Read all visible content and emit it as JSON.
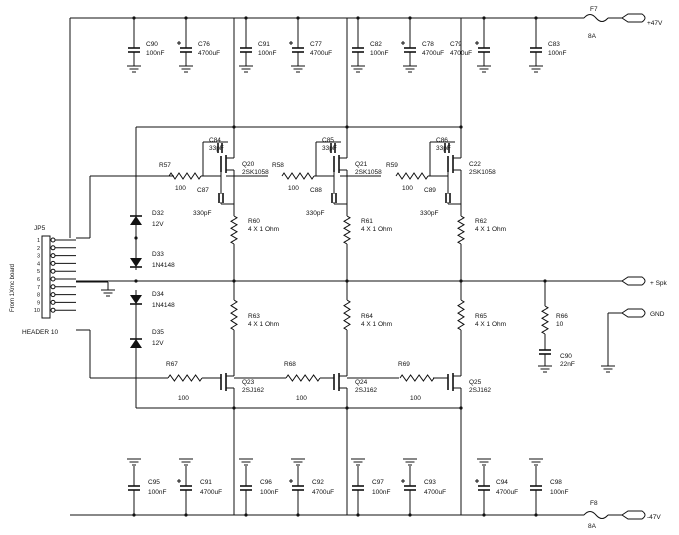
{
  "rails": {
    "top": {
      "fuse": "F7",
      "rating": "8A",
      "label": "+47V"
    },
    "bottom": {
      "fuse": "F8",
      "rating": "8A",
      "label": "-47V"
    }
  },
  "output": {
    "speaker": "+ Spk",
    "ground": "GND"
  },
  "header": {
    "ref": "JP5",
    "name": "HEADER 10",
    "note": "From 1Xmc board",
    "pins": [
      "1",
      "2",
      "3",
      "4",
      "5",
      "6",
      "7",
      "8",
      "9",
      "10"
    ]
  },
  "decoupling_top": [
    {
      "ref": "C90",
      "value": "100nF"
    },
    {
      "ref": "C76",
      "value": "4700uF"
    },
    {
      "ref": "C91",
      "value": "100nF"
    },
    {
      "ref": "C77",
      "value": "4700uF"
    },
    {
      "ref": "C82",
      "value": "100nF"
    },
    {
      "ref": "C78",
      "value": "4700uF"
    },
    {
      "ref": "C79",
      "value": "4700uF"
    },
    {
      "ref": "C83",
      "value": "100nF"
    }
  ],
  "decoupling_bottom": [
    {
      "ref": "C95",
      "value": "100nF"
    },
    {
      "ref": "C91",
      "value": "4700uF"
    },
    {
      "ref": "C96",
      "value": "100nF"
    },
    {
      "ref": "C92",
      "value": "4700uF"
    },
    {
      "ref": "C97",
      "value": "100nF"
    },
    {
      "ref": "C93",
      "value": "4700uF"
    },
    {
      "ref": "C94",
      "value": "4700uF"
    },
    {
      "ref": "C98",
      "value": "100nF"
    }
  ],
  "upper_stages": [
    {
      "q": "Q20",
      "part": "2SK1058",
      "rg": "R57",
      "rg_value": "100",
      "cgd": "C84",
      "cgd_value": "33pF",
      "cgs": "C87",
      "cgs_value": "330pF",
      "rs": "R60",
      "rs_value": "4 X 1 Ohm"
    },
    {
      "q": "Q21",
      "part": "2SK1058",
      "rg": "R58",
      "rg_value": "100",
      "cgd": "C85",
      "cgd_value": "33pF",
      "cgs": "C88",
      "cgs_value": "330pF",
      "rs": "R61",
      "rs_value": "4 X 1 Ohm"
    },
    {
      "q": "C22",
      "part": "2SK1058",
      "rg": "R59",
      "rg_value": "100",
      "cgd": "C86",
      "cgd_value": "33pF",
      "cgs": "C89",
      "cgs_value": "330pF",
      "rs": "R62",
      "rs_value": "4 X 1 Ohm"
    }
  ],
  "lower_stages": [
    {
      "q": "Q23",
      "part": "2SJ162",
      "rg": "R67",
      "rg_value": "100",
      "rs": "R63",
      "rs_value": "4 X 1 Ohm"
    },
    {
      "q": "Q24",
      "part": "2SJ162",
      "rg": "R68",
      "rg_value": "100",
      "rs": "R64",
      "rs_value": "4 X 1 Ohm"
    },
    {
      "q": "Q25",
      "part": "2SJ162",
      "rg": "R69",
      "rg_value": "100",
      "rs": "R65",
      "rs_value": "4 X 1 Ohm"
    }
  ],
  "diodes": [
    {
      "ref": "D32",
      "value": "12V"
    },
    {
      "ref": "D33",
      "value": "1N4148"
    },
    {
      "ref": "D34",
      "value": "1N4148"
    },
    {
      "ref": "D35",
      "value": "12V"
    }
  ],
  "zobel": {
    "r": "R66",
    "r_value": "10",
    "c": "C90",
    "c_value": "22nF"
  }
}
